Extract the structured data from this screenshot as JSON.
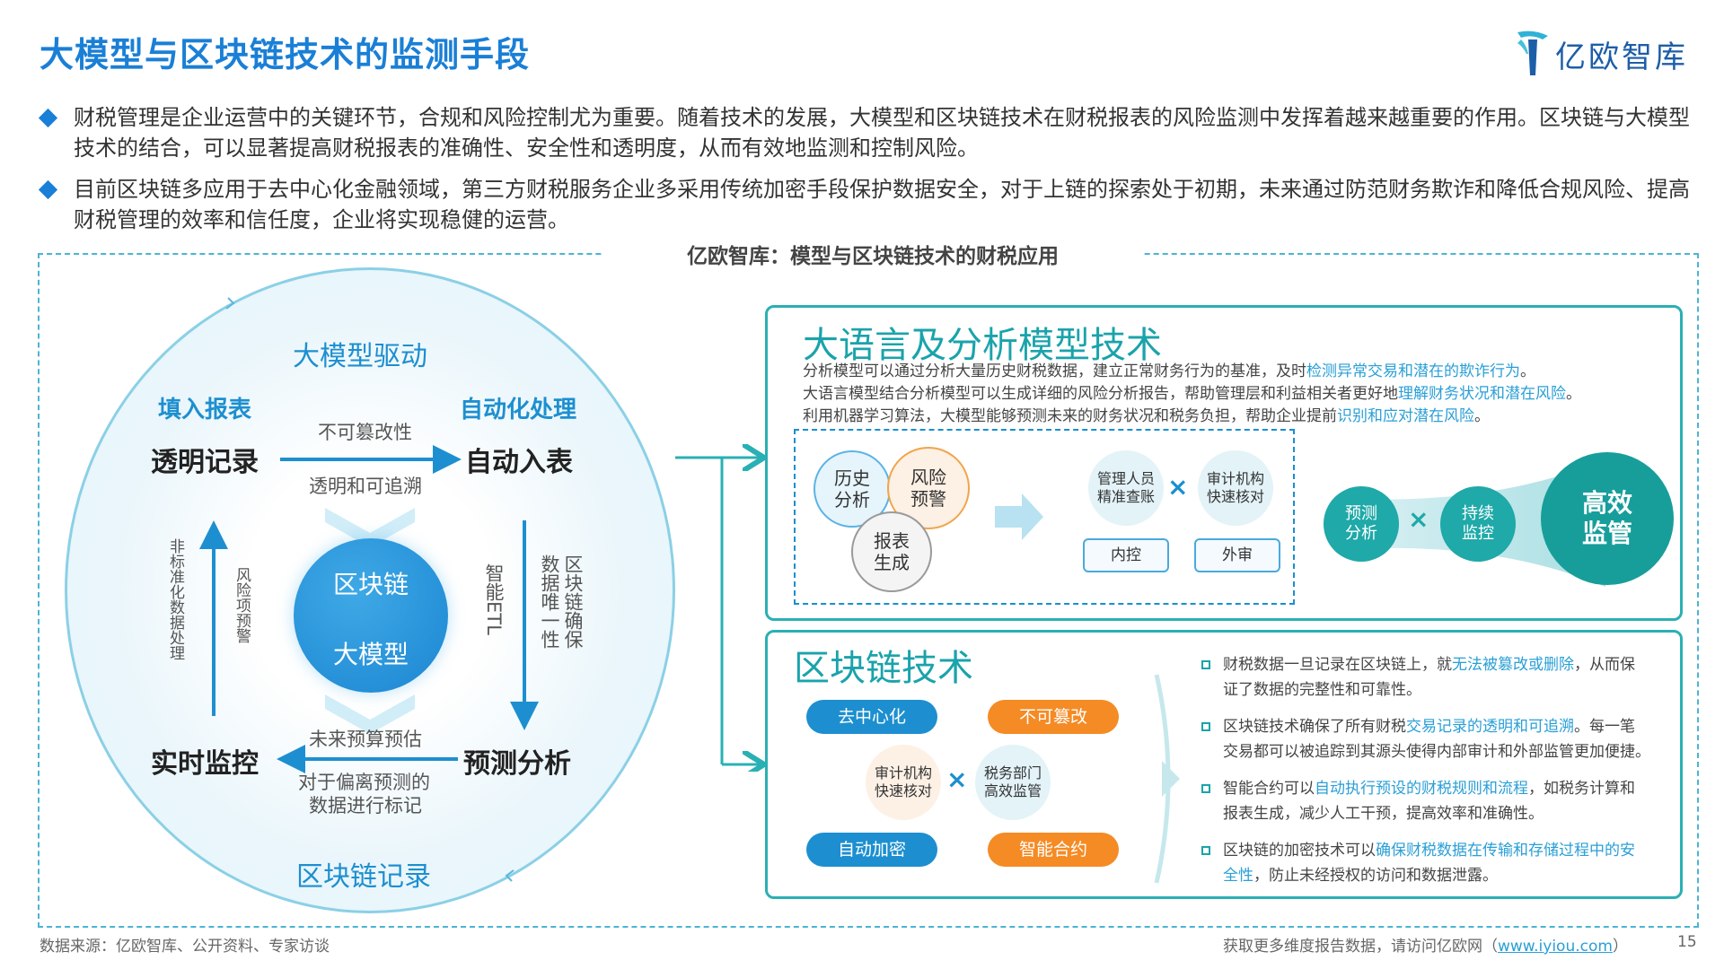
{
  "header": {
    "title": "大模型与区块链技术的监测手段",
    "logo_text": "亿欧智库"
  },
  "bullets": [
    "财税管理是企业运营中的关键环节，合规和风险控制尤为重要。随着技术的发展，大模型和区块链技术在财税报表的风险监测中发挥着越来越重要的作用。区块链与大模型技术的结合，可以显著提高财税报表的准确性、安全性和透明度，从而有效地监测和控制风险。",
    "目前区块链多应用于去中心化金融领域，第三方财税服务企业多采用传统加密手段保护数据安全，对于上链的探索处于初期，未来通过防范财务欺诈和降低合规风险、提高财税管理的效率和信任度，企业将实现稳健的运营。"
  ],
  "diagram_title": "亿欧智库：模型与区块链技术的财税应用",
  "cycle": {
    "top_label": "大模型驱动",
    "bottom_label": "区块链记录",
    "tl_corner": "填入报表",
    "tr_corner": "自动化处理",
    "node_tl": "透明记录",
    "node_tr": "自动入表",
    "node_bl": "实时监控",
    "node_br": "预测分析",
    "top_arrow_above": "不可篡改性",
    "top_arrow_below": "透明和可追溯",
    "bottom_arrow_above": "未来预算预估",
    "bottom_arrow_below_1": "对于偏离预测的",
    "bottom_arrow_below_2": "数据进行标记",
    "left_outer": "非标准化数据处理",
    "left_inner": "风险项预警",
    "right_inner": "智能ETL",
    "right_outer_1": "数据唯一性",
    "right_outer_2": "区块链确保",
    "core_top": "区块链",
    "core_bottom": "大模型"
  },
  "llm_panel": {
    "title": "大语言及分析模型技术",
    "line1_a": "分析模型可以通过分析大量历史财税数据，建立正常财务行为的基准，及时",
    "line1_b": "检测异常交易和潜在的欺诈行为",
    "line1_c": "。",
    "line2_a": "大语言模型结合分析模型可以生成详细的风险分析报告，帮助管理层和利益相关者更好地",
    "line2_b": "理解财务状况和潜在风险",
    "line2_c": "。",
    "line3_a": "利用机器学习算法，大模型能够预测未来的财务状况和税务负担，帮助企业提前",
    "line3_b": "识别和应对潜在风险",
    "line3_c": "。",
    "c_history": "历史分析",
    "c_risk": "风险预警",
    "c_report": "报表生成",
    "c_mgmt": "管理人员精准查账",
    "c_audit": "审计机构快速核对",
    "box_internal": "内控",
    "box_external": "外审",
    "c_predict": "预测分析",
    "c_continuous": "持续监控",
    "c_efficient": "高效监管"
  },
  "bc_panel": {
    "title": "区块链技术",
    "pill_decentral": "去中心化",
    "pill_immutable": "不可篡改",
    "pill_encrypt": "自动加密",
    "pill_contract": "智能合约",
    "c_audit": "审计机构快速核对",
    "c_tax": "税务部门高效监管",
    "b1_a": "财税数据一旦记录在区块链上，就",
    "b1_b": "无法被篡改或删除",
    "b1_c": "，从而保",
    "b1_d": "证了数据的完整性和可靠性。",
    "b2_a": "区块链技术确保了所有财税",
    "b2_b": "交易记录的透明和可追溯",
    "b2_c": "。每一笔",
    "b2_d": "交易都可以被追踪到其源头使得内部审计和外部监管更加便捷。",
    "b3_a": "智能合约可以",
    "b3_b": "自动执行预设的财税规则和流程",
    "b3_c": "，如税务计算和",
    "b3_d": "报表生成，减少人工干预，提高效率和准确性。",
    "b4_a": "区块链的加密技术可以",
    "b4_b": "确保财税数据在传输和存储过程中的安",
    "b4_c": "全性",
    "b4_d": "，防止未经授权的访问和数据泄露。"
  },
  "footer": {
    "source": "数据来源：亿欧智库、公开资料、专家访谈",
    "cta_text": "获取更多维度报告数据，请访问亿欧网（",
    "cta_link": "www.iyiou.com",
    "cta_close": "）",
    "page_number": "15"
  },
  "colors": {
    "title_blue": "#1a7fd6",
    "teal": "#1aa3ab",
    "orange": "#f58b25",
    "highlight": "#2a9fd6"
  }
}
